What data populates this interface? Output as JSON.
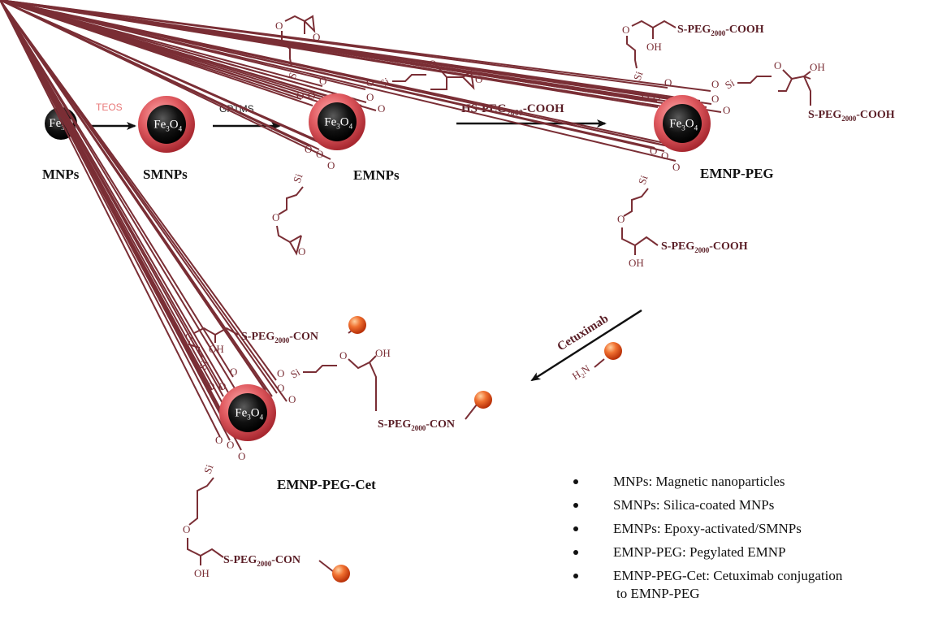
{
  "formula": {
    "fe": "Fe",
    "s1": "3",
    "o": "O",
    "s2": "4"
  },
  "atoms": {
    "o": "O",
    "si": "Si",
    "oh": "OH",
    "h2n_h": "H",
    "h2n_2": "2",
    "h2n_n": "N"
  },
  "peg": {
    "a": "S-PEG",
    "sub": "2000",
    "cooh": "-COOH",
    "con": "-CON"
  },
  "reagents": {
    "teos": "TEOS",
    "gptms": "GPTMS",
    "hspeg": {
      "a": "HS-PEG",
      "sub": "2000",
      "b": "-COOH"
    },
    "cetuximab": "Cetuximab"
  },
  "labels": {
    "mnps": "MNPs",
    "smnps": "SMNPs",
    "emnps": "EMNPs",
    "emnp_peg": "EMNP-PEG",
    "emnp_peg_cet": "EMNP-PEG-Cet"
  },
  "legend": [
    "MNPs: Magnetic nanoparticles",
    "SMNPs: Silica-coated MNPs",
    "EMNPs: Epoxy-activated/SMNPs",
    "EMNP-PEG: Pegylated EMNP",
    "EMNP-PEG-Cet: Cetuximab conjugation",
    "to EMNP-PEG"
  ],
  "colors": {
    "chain": "#7a2e35",
    "shell": "#d9434a",
    "core": "#000000",
    "antibody": "#e8541c",
    "teos": "#e87878"
  }
}
